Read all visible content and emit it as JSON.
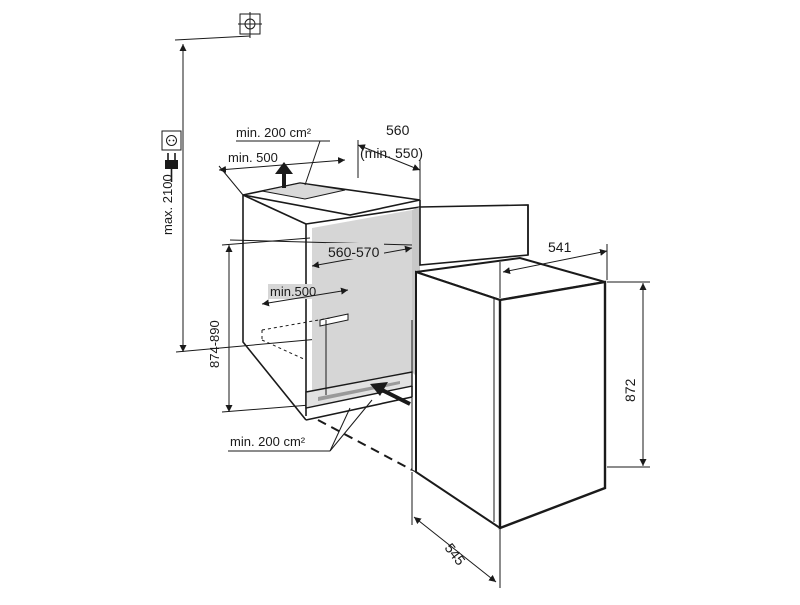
{
  "labels": {
    "max_height": "max. 2100",
    "niche_height": "874-890",
    "depth_top": "560",
    "depth_top_min": "(min. 550)",
    "vent_top_area": "min. 200 cm²",
    "vent_top_width": "min. 500",
    "inner_width": "560-570",
    "vent_rear_width": "min.500",
    "vent_bottom_area": "min. 200 cm²",
    "unit_width": "541",
    "unit_height": "872",
    "unit_depth": "545"
  },
  "icons": {
    "level": "level-crosshair-icon",
    "socket": "power-socket-icon",
    "plug": "power-plug-icon"
  }
}
